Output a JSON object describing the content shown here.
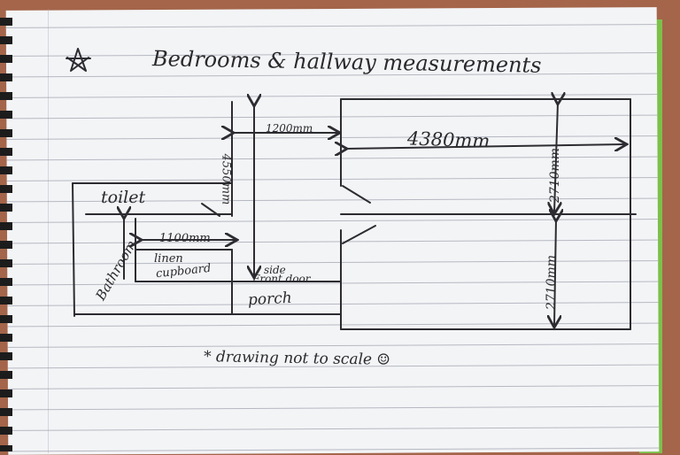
{
  "title": "Bedrooms & hallway measurements",
  "star": "☆",
  "labels": {
    "toilet": "toilet",
    "dim_1200": "1200mm",
    "dim_4380": "4380mm",
    "dim_4550": "4550mm",
    "dim_2710_top": "2710mm",
    "dim_2710_bottom": "2710mm",
    "dim_1100": "1100mm",
    "linen": "linen",
    "cupboard": "cupboard",
    "bathroom": "Bathroom",
    "side": "side",
    "front_door": "Front door",
    "porch": "porch"
  },
  "note": "* drawing not to scale ☺",
  "colors": {
    "ink": "#2c2c31",
    "paper": "#f3f4f6",
    "lines": "#b6b8c2",
    "table": "#a4654a",
    "green_tab": "#7cc04a"
  }
}
